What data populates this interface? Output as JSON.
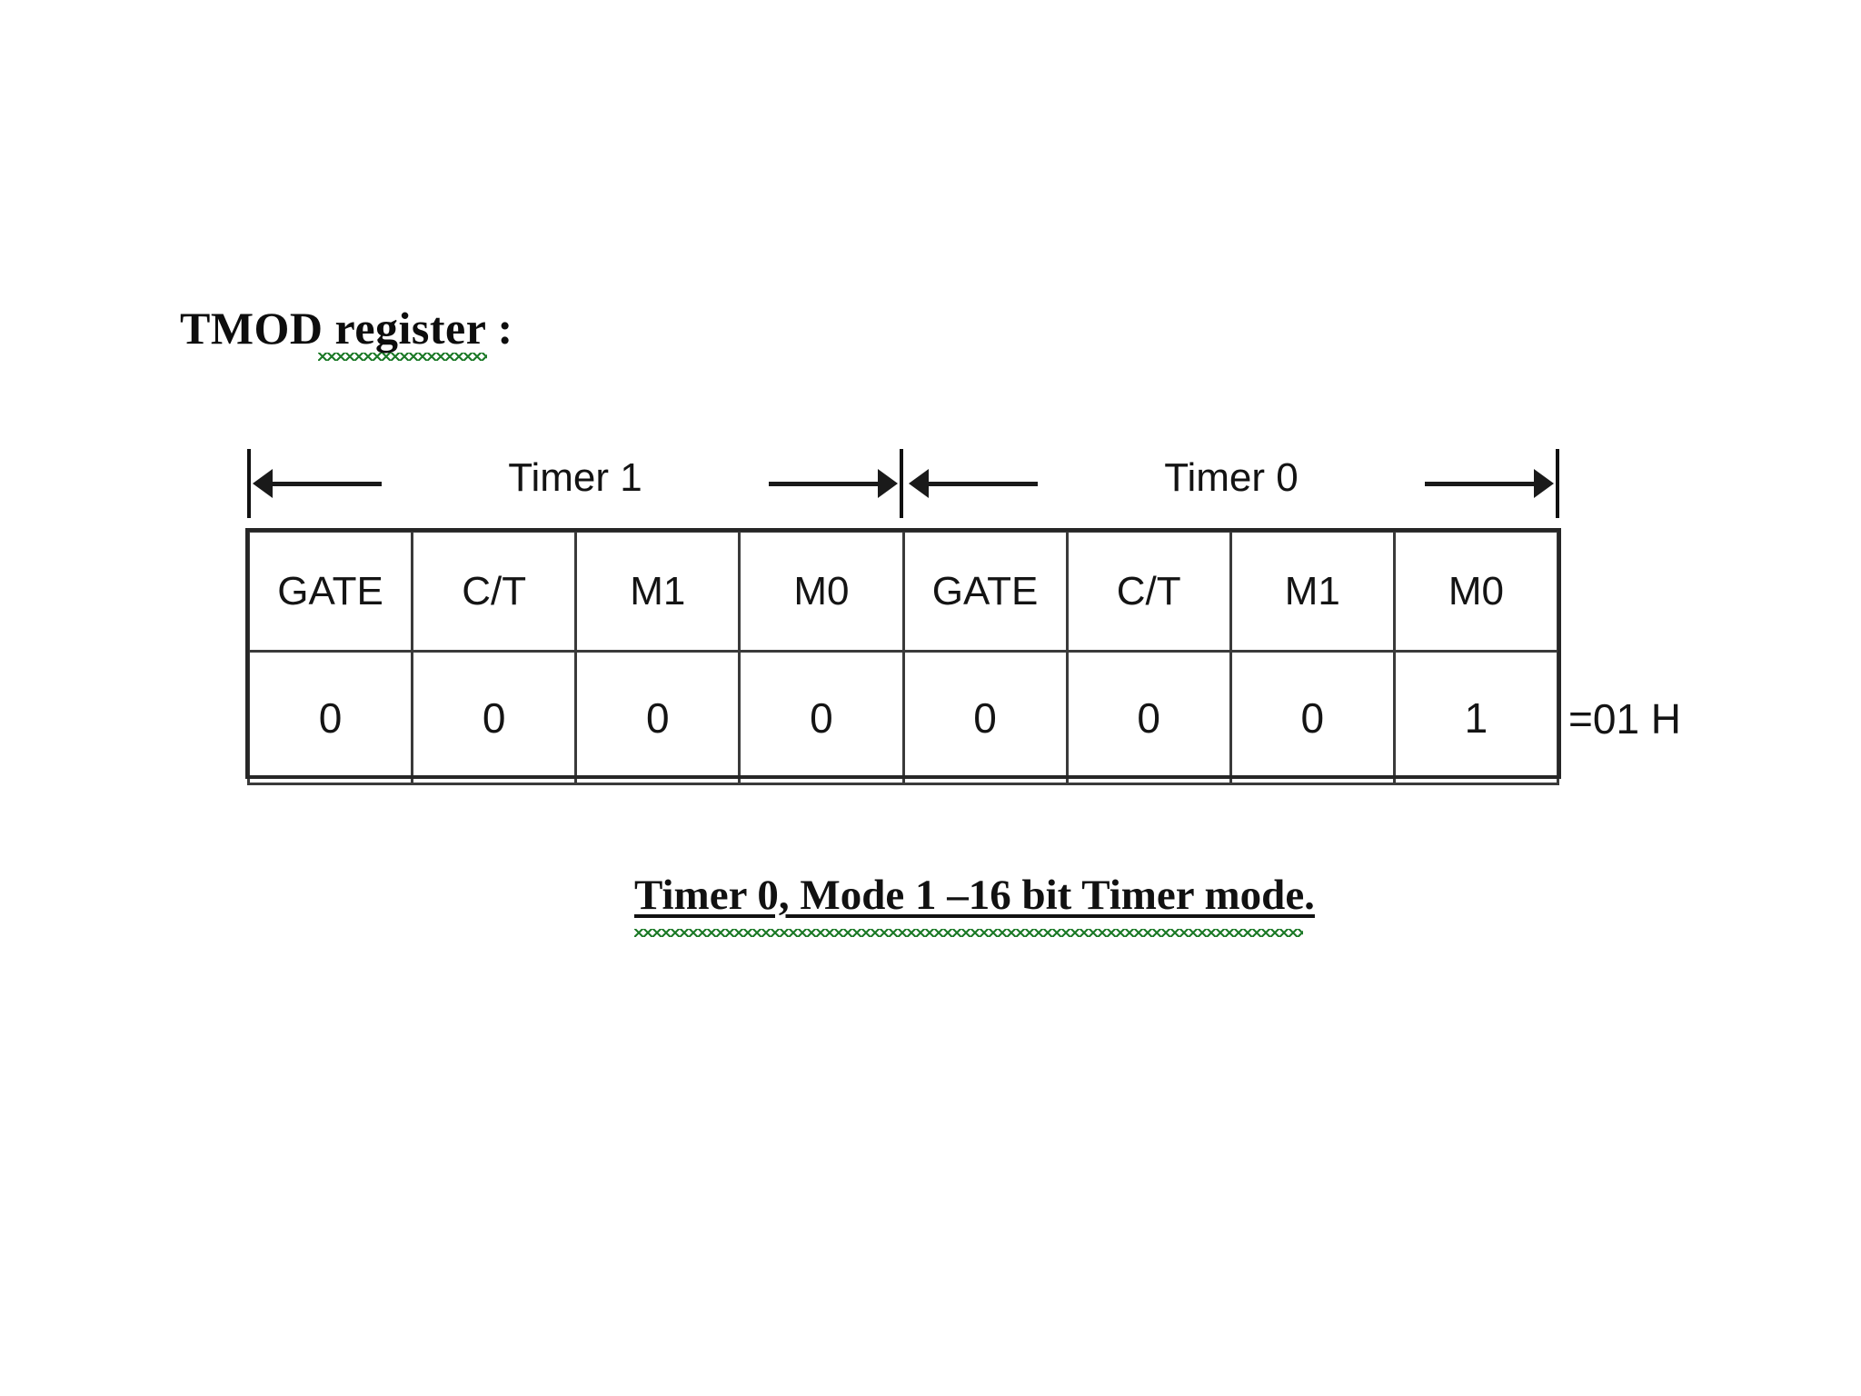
{
  "slide": {
    "title": "TMOD register :",
    "caption": "Timer 0, Mode 1 –16 bit Timer mode.",
    "hex_value": "=01 H",
    "background_color": "#ffffff",
    "spellcheck_underline_color": "#1d7a28",
    "border_color": "#3a3a3a"
  },
  "spans": [
    {
      "label": "Timer 1",
      "left_arrow": "arrow-left",
      "right_arrow": "arrow-right"
    },
    {
      "label": "Timer 0",
      "left_arrow": "arrow-left",
      "right_arrow": "arrow-right"
    }
  ],
  "register": {
    "name": "TMOD",
    "bit_names": [
      "GATE",
      "C/T",
      "M1",
      "M0",
      "GATE",
      "C/T",
      "M1",
      "M0"
    ],
    "bit_values": [
      "0",
      "0",
      "0",
      "0",
      "0",
      "0",
      "0",
      "1"
    ]
  }
}
